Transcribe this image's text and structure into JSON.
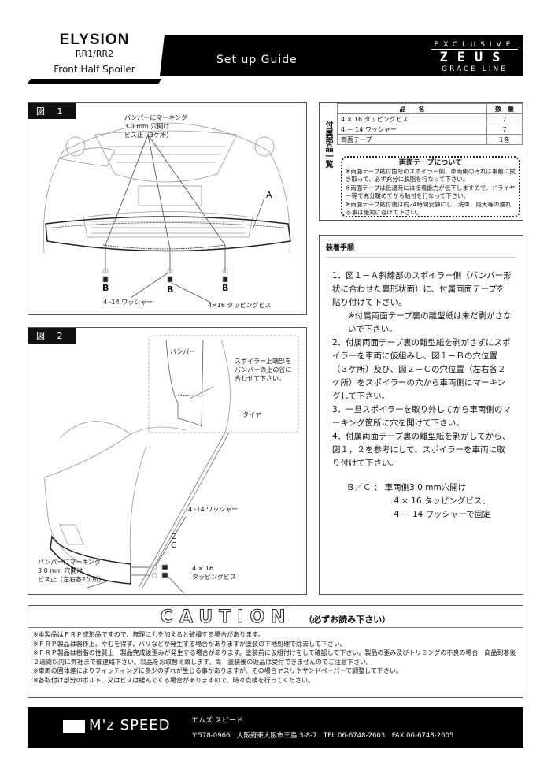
{
  "header": {
    "model": "ELYSION",
    "code": "RR1/RR2",
    "product": "Front Half Spoiler",
    "guide": "Set up Guide",
    "logo_top": "EXCLUSIVE",
    "logo_mid": "ZEUS",
    "logo_bottom": "GRACE LINE"
  },
  "fig1": {
    "tag": "図 1",
    "note": [
      "バンパーにマーキング",
      "3.0 mm 穴開け",
      "ビス止（3ケ所）"
    ],
    "a": "A",
    "b": "B",
    "washer": "4 -14 ワッシャー",
    "screw": "4×16 タッピングビス"
  },
  "fig2": {
    "tag": "図 2",
    "bumper": "バンパー",
    "align": [
      "スポイラー上端部を",
      "バンパーの上の谷に",
      "合わせて下さい。"
    ],
    "tire": "タイヤ",
    "washer": "4 -14 ワッシャー",
    "c": "C",
    "note": [
      "バンパーにマーキング",
      "3.0 mm 穴開け",
      "ビス止（左右各2ケ所）"
    ],
    "screw": [
      "4 × 16",
      "タッピングビス"
    ]
  },
  "parts": {
    "side": "付属部品一覧",
    "col_name": "品　　名",
    "col_qty": "数　量",
    "rows": [
      {
        "name": "4 × 16 タッピングビス",
        "qty": "7"
      },
      {
        "name": "4 － 14 ワッシャー",
        "qty": "7"
      },
      {
        "name": "両面テープ",
        "qty": "1巻"
      }
    ],
    "tape_title": "両面テープについて",
    "tape_notes": [
      "※両面テープ貼付箇所のスポイラー側，車両側の汚れは事前に拭き取って、必ず充分に脱脂を行なって下さい。",
      "※両面テープは低温時には接着能力が低下しますので、ドライヤー等で充分暖めてから貼付を行なって下さい。",
      "※両面テープ貼付後は約24時間安静にし、洗車，雨天等の濡れる事は絶対に避けて下さい。"
    ]
  },
  "procedure": {
    "title": "装着手順",
    "steps": [
      "1．図１－Ａ斜線部のスポイラー側（バンパー形状に合わせた裏形状面）に、付属両面テープを貼り付けて下さい。",
      "※付属両面テープ裏の離型紙は未だ剥がさないで下さい。",
      "2．付属両面テープ裏の離型紙を剥がさずにスポイラーを車両に仮組みし、図１－Ｂの穴位置（３ケ所）及び、図２－Ｃの穴位置（左右各２ケ所）をスポイラーの穴から車両側にマーキングして下さい。",
      "3．一旦スポイラーを取り外してから車両側のマーキング箇所に穴を開けて下さい。",
      "4．付属両面テープ裏の離型紙を剥がしてから、図１，２を参考にして、スポイラーを車両に取り付けて下さい。"
    ],
    "bc": [
      "Ｂ／Ｃ ： 車両側3.0 mm穴開け",
      "4 × 16 タッピングビス、",
      "4 － 14 ワッシャーで固定"
    ]
  },
  "caution": {
    "title": "CAUTION",
    "sub": "（必ずお読み下さい）",
    "lines": [
      "※本製品はＦＲＰ成形品ですので、無理に力を加えると破損する場合があります。",
      "※ＦＲＰ製品は製作上、やむを得ず、バリなどが発生する場合がありますが塗装の下地処理で除去して下さい。",
      "※ＦＲＰ製品は樹脂の性質上　製品完成後歪みが発生する場合があります。塗装前に仮組付けをして確認して下さい。製品の歪み及びトリミングの不良の場合　商品到着後２週間以内に弊社まで御連絡下さい。製品をお取替え致します。尚　塗装後の返品は受付できませんのでご注意下さい。",
      "※車両の固体差によりフィッティングに多少のずれが生じる事がありますが、その場合ヤスリやサンドペーパーで調整して下さい。",
      "※各取付け部分のボルト、又はビスは緩んでくる場合がありますので、時々点検を行ってください。"
    ]
  },
  "footer": {
    "brand": "M'z SPEED",
    "kana": "エムズ スピード",
    "address": "〒578-0966　大阪府東大阪市三島 3-8-7　TEL.06-6748-2603　FAX.06-6748-2605"
  }
}
